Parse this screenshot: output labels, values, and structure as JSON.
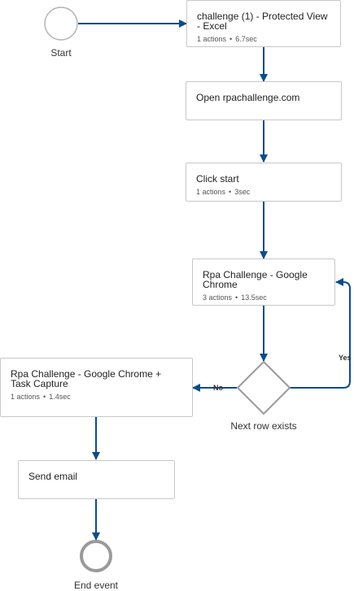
{
  "events": {
    "start": "Start",
    "end": "End event"
  },
  "steps": [
    {
      "title": "challenge (1)  -  Protected View - Excel",
      "actions": "1 actions",
      "duration": "6.7sec"
    },
    {
      "title": "Open rpachallenge.com"
    },
    {
      "title": "Click start",
      "actions": "1 actions",
      "duration": "3sec"
    },
    {
      "title": "Rpa Challenge - Google Chrome",
      "actions": "3 actions",
      "duration": "13.5sec"
    },
    {
      "title": "Rpa Challenge - Google Chrome + Task Capture",
      "actions": "1 actions",
      "duration": "1.4sec"
    },
    {
      "title": "Send email"
    }
  ],
  "gateway": {
    "label": "Next row exists",
    "yes_label": "Yes",
    "no_label": "No"
  },
  "meta_separator": "•",
  "colors": {
    "edge": "#0b4c8c",
    "event_border": "#b3b3b3",
    "end_event_border": "#9a9a9a",
    "node_border": "#c8c8c8"
  }
}
